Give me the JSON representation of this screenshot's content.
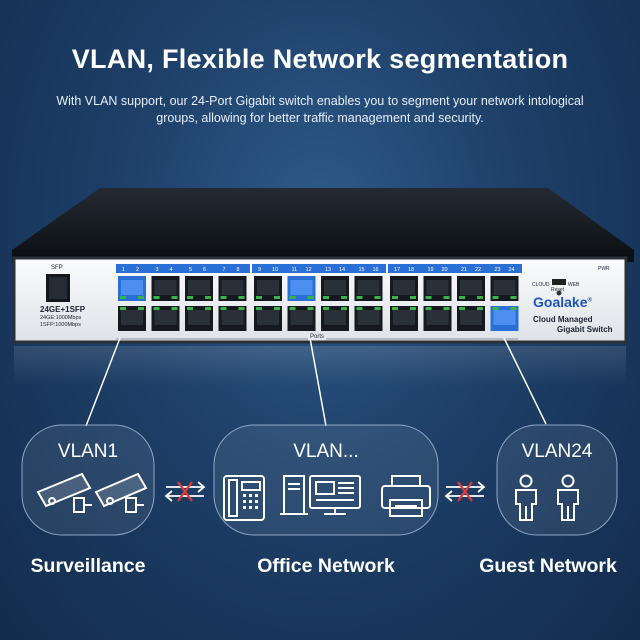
{
  "headline": "VLAN, Flexible Network segmentation",
  "subline": "With VLAN support, our 24-Port Gigabit switch enables you to segment your network intological groups, allowing for better traffic management and security.",
  "switch": {
    "sfp_label": "SFP",
    "spec_main": "24GE+1SFP",
    "spec_ge": "24GE:1000Mbps",
    "spec_sfp": "1SFP:1000Mbps",
    "ports_label": "Ports",
    "mode_cloud": "CLOUD",
    "mode_web": "WEB",
    "reset_label": "Reset",
    "pwr_label": "PWR",
    "brand": "Goalake",
    "brand_reg": "®",
    "brand_line1": "Cloud Managed",
    "brand_line2": "Gigabit  Switch",
    "port_numbers": [
      "1",
      "2",
      "3",
      "4",
      "5",
      "6",
      "7",
      "8",
      "9",
      "10",
      "11",
      "12",
      "13",
      "14",
      "15",
      "16",
      "17",
      "18",
      "19",
      "20",
      "21",
      "22",
      "23",
      "24"
    ],
    "accent_blue": "#2a6fd6"
  },
  "zones": [
    {
      "title": "VLAN1",
      "caption": "Surveillance",
      "icon": "cctv-camera-icon"
    },
    {
      "title": "VLAN...",
      "caption": "Office Network",
      "icon": "office-devices-icon"
    },
    {
      "title": "VLAN24",
      "caption": "Guest Network",
      "icon": "person-icon"
    }
  ],
  "blocked_icon": "blocked-exchange-icon",
  "colors": {
    "background": "#1d3f68",
    "blocked_x": "#e53935"
  }
}
